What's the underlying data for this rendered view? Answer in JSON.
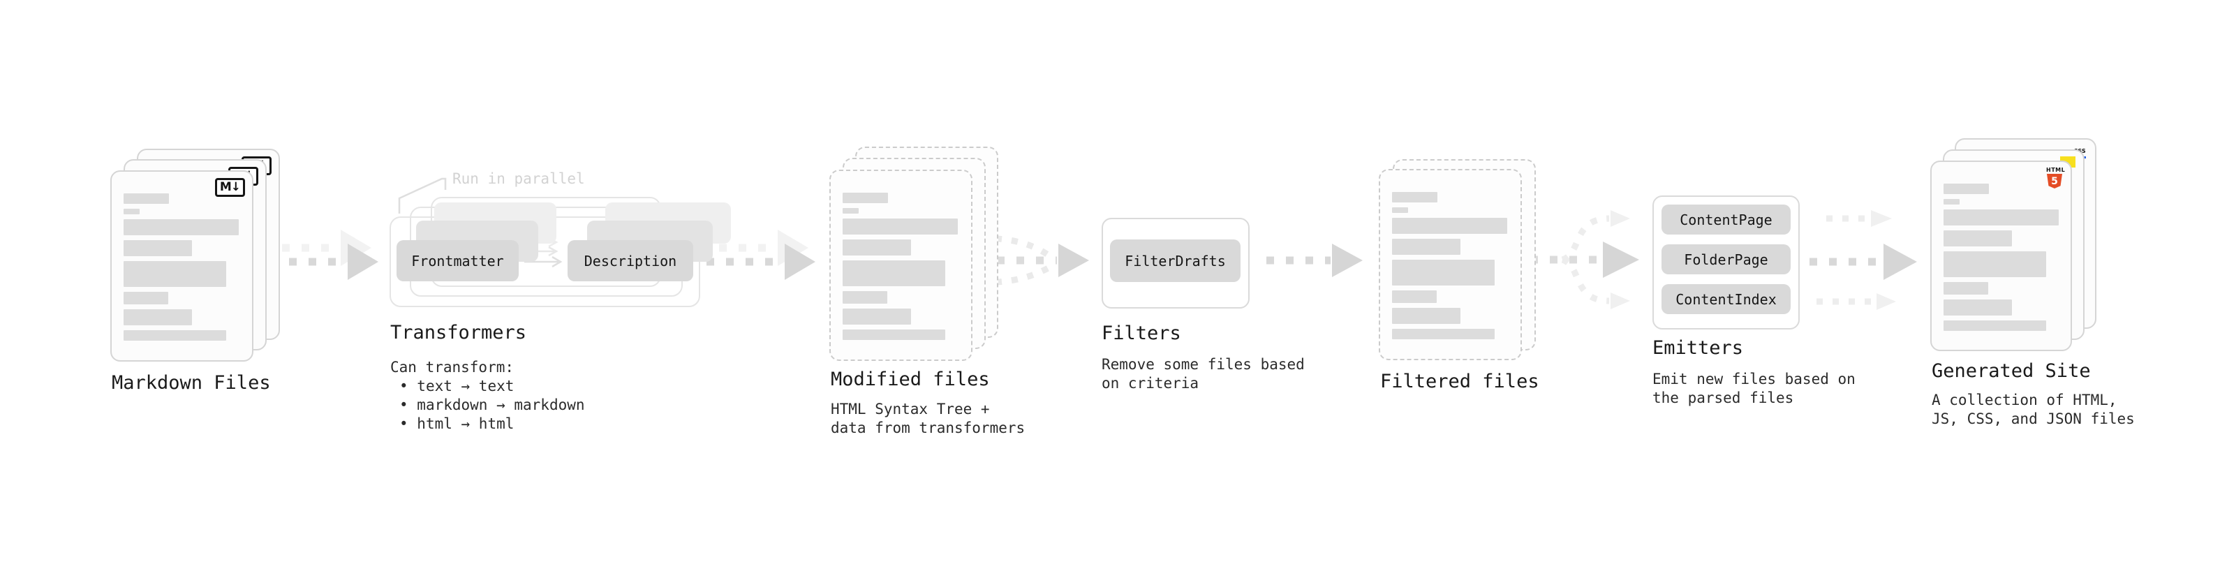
{
  "sections": {
    "markdown_files": {
      "label": "Markdown Files"
    },
    "transformers": {
      "label": "Transformers",
      "annotation": "Run in parallel",
      "pill_left": "Frontmatter",
      "pill_right": "Description",
      "intro": "Can transform:",
      "bullets": [
        "text → text",
        "markdown → markdown",
        "html → html"
      ]
    },
    "modified_files": {
      "label": "Modified files",
      "desc": [
        "HTML Syntax Tree +",
        "data from transformers"
      ]
    },
    "filters": {
      "label": "Filters",
      "pill": "FilterDrafts",
      "desc": [
        "Remove some files based",
        "on criteria"
      ]
    },
    "filtered_files": {
      "label": "Filtered files"
    },
    "emitters": {
      "label": "Emitters",
      "pills": [
        "ContentPage",
        "FolderPage",
        "ContentIndex"
      ],
      "desc": [
        "Emit new files based on",
        "the parsed files"
      ]
    },
    "generated_site": {
      "label": "Generated Site",
      "desc": [
        "A collection of HTML,",
        "JS, CSS, and JSON files"
      ]
    }
  },
  "icons": {
    "markdown": "M↓",
    "html5_label": "HTML",
    "html5_digit": "5",
    "css_label": "CSS"
  },
  "colors": {
    "bar_gray": "#dcdcdc",
    "pill_gray": "#d9d9d9",
    "arrow_gray": "#d7d7d7",
    "arrow_ghost": "#f2f2f2",
    "html5_orange": "#e44d26",
    "js_yellow": "#f7df1e",
    "css_blue": "#2760e5"
  }
}
